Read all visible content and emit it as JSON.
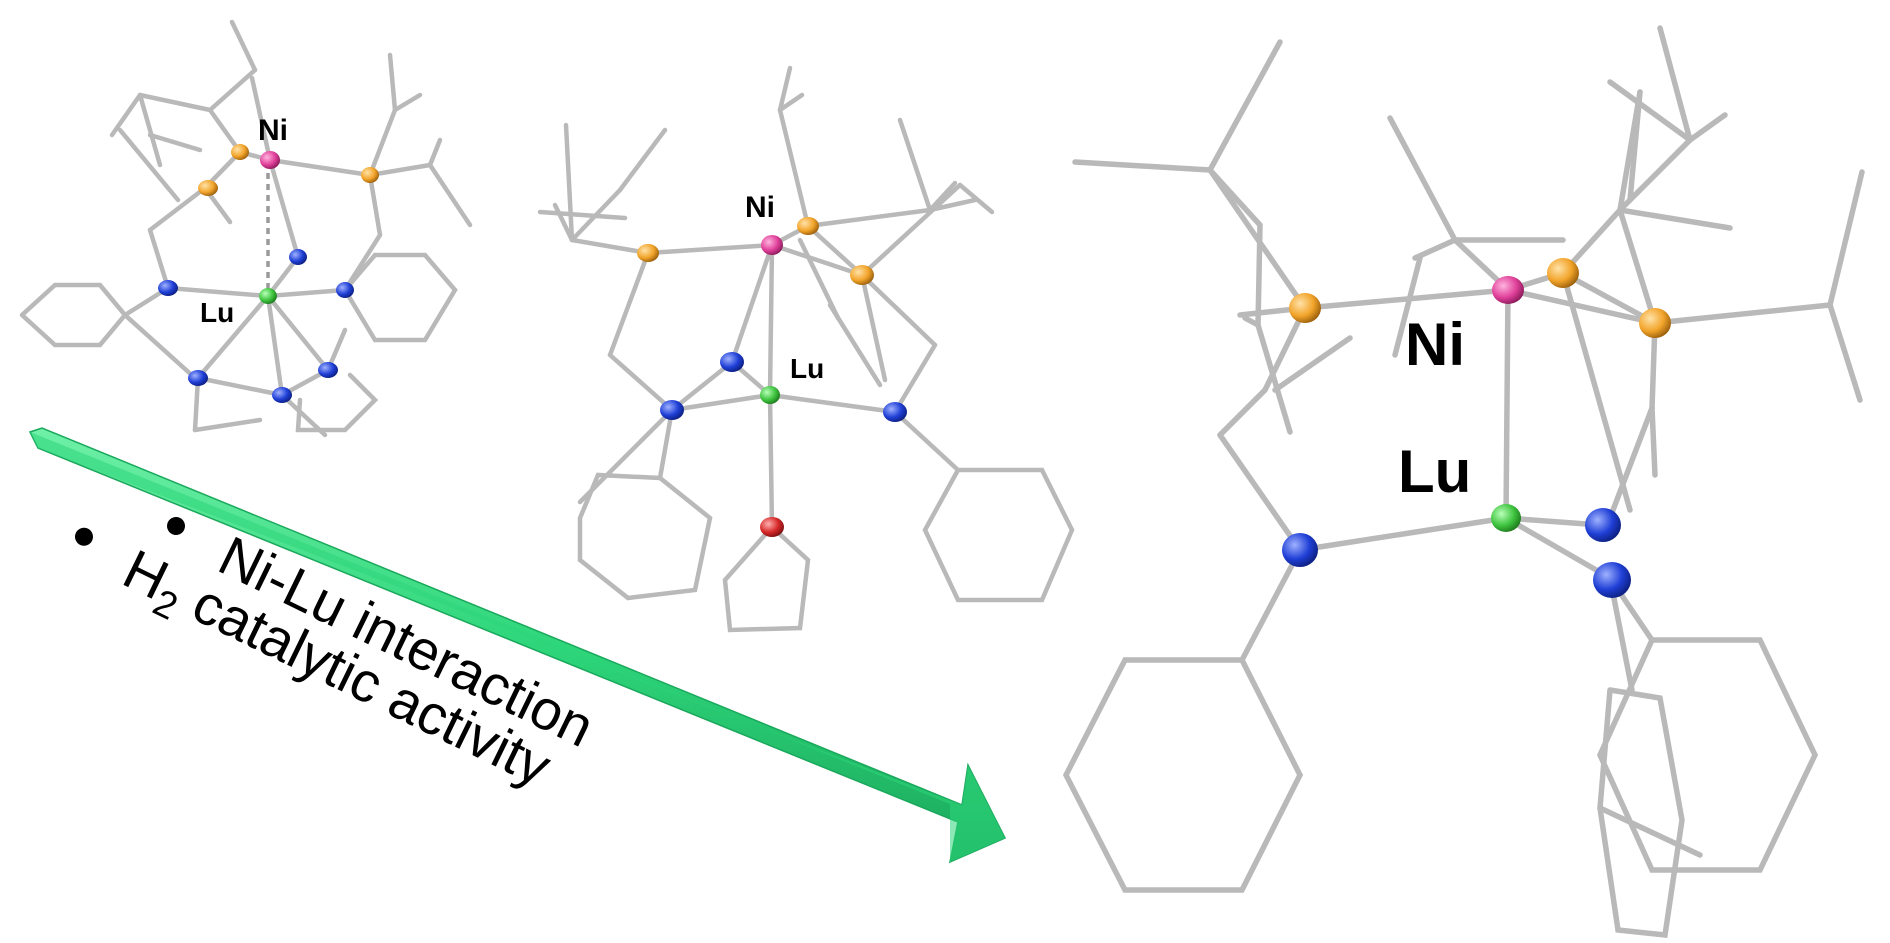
{
  "labels": {
    "ni": "Ni",
    "lu": "Lu"
  },
  "bullets": [
    {
      "text": "Ni-Lu interaction"
    },
    {
      "text": "H",
      "subscript": "2",
      "rest": " catalytic activity"
    }
  ],
  "colors": {
    "bond": "#b9b9b9",
    "nickel": "#e0409a",
    "lutetium": "#3fc43f",
    "phosphorus": "#f2a42a",
    "nitrogen": "#1f3fd6",
    "oxygen": "#d62828",
    "arrow": "#2ed67a",
    "arrow_dark": "#1aa85c"
  }
}
